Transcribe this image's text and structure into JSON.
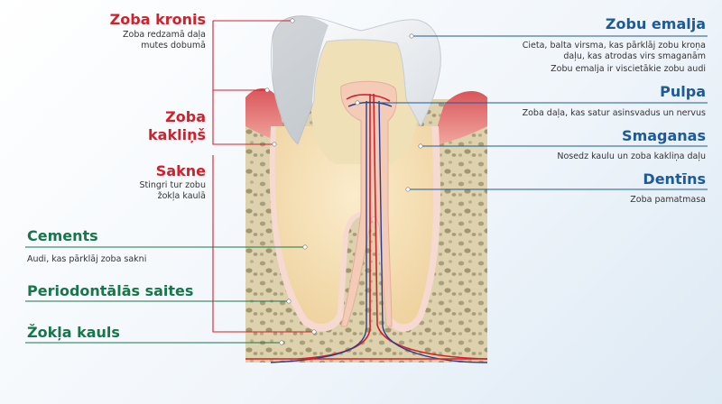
{
  "labels": {
    "zoba_kronis": {
      "title": "Zoba kronis",
      "desc": "Zoba redzamā daļa mutes dobumā"
    },
    "zoba_kaklins": {
      "title_line1": "Zoba",
      "title_line2": "kakliņš"
    },
    "sakne": {
      "title": "Sakne",
      "desc_line1": "Stingri tur zobu",
      "desc_line2": "žokļa kaulā"
    },
    "cements": {
      "title": "Cements",
      "desc": "Audi, kas pārklāj zoba sakni"
    },
    "periodontalas_saites": {
      "title": "Periodontālās saites"
    },
    "zokla_kauls": {
      "title": "Žokļa kauls"
    },
    "zobu_emalja": {
      "title": "Zobu emalja",
      "desc_line1": "Cieta, balta virsma, kas pārklāj zobu kroņa",
      "desc_line2": "daļu, kas atrodas virs smaganām",
      "desc2": "Zobu emalja ir viscietākie zobu audi"
    },
    "pulpa": {
      "title": "Pulpa",
      "desc": "Zoba daļa, kas satur asinsvadus un nervus"
    },
    "smaganas": {
      "title": "Smaganas",
      "desc": "Nosedz kaulu un zoba kakliņa daļu"
    },
    "dentins": {
      "title": "Dentīns",
      "desc": "Zoba pamatmasa"
    }
  },
  "colors": {
    "red": "#d3202a",
    "blue": "#1d5a9a",
    "green": "#17764a",
    "gum": "#e98a86",
    "bone": "#ddd2ad",
    "enamel": "#f1f3f5",
    "dentin": "#f4e6bf",
    "pulp": "#f2c9b6",
    "nerve_red": "#d5202a",
    "nerve_blue": "#2a3d8f"
  }
}
